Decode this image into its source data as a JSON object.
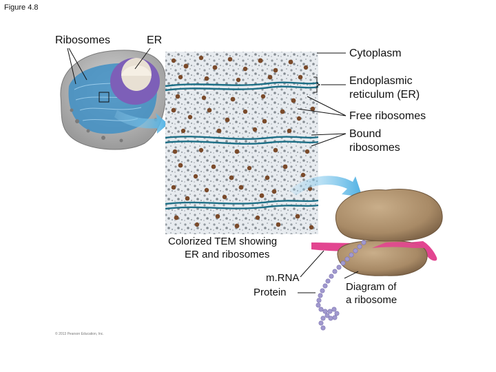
{
  "figure_label": "Figure 4.8",
  "labels": {
    "ribosomes": "Ribosomes",
    "er": "ER",
    "cytoplasm": "Cytoplasm",
    "endoplasmic_line1": "Endoplasmic",
    "endoplasmic_line2": "reticulum (ER)",
    "free_ribosomes": "Free ribosomes",
    "bound_line1": "Bound",
    "bound_line2": "ribosomes",
    "tem_caption_line1": "Colorized TEM showing",
    "tem_caption_line2": "ER and ribosomes",
    "mrna": "m.RNA",
    "protein": "Protein",
    "diagram_line1": "Diagram of",
    "diagram_line2": "a ribosome"
  },
  "copyright": "© 2013 Pearson Education, Inc.",
  "colors": {
    "er_membrane": "#1e6f86",
    "ribosome_dot": "#7a4a2a",
    "arrow": "#5bb8e6",
    "ribosome_body": "#a88a66",
    "mrna": "#e24590",
    "protein_bead": "#a199cf"
  }
}
